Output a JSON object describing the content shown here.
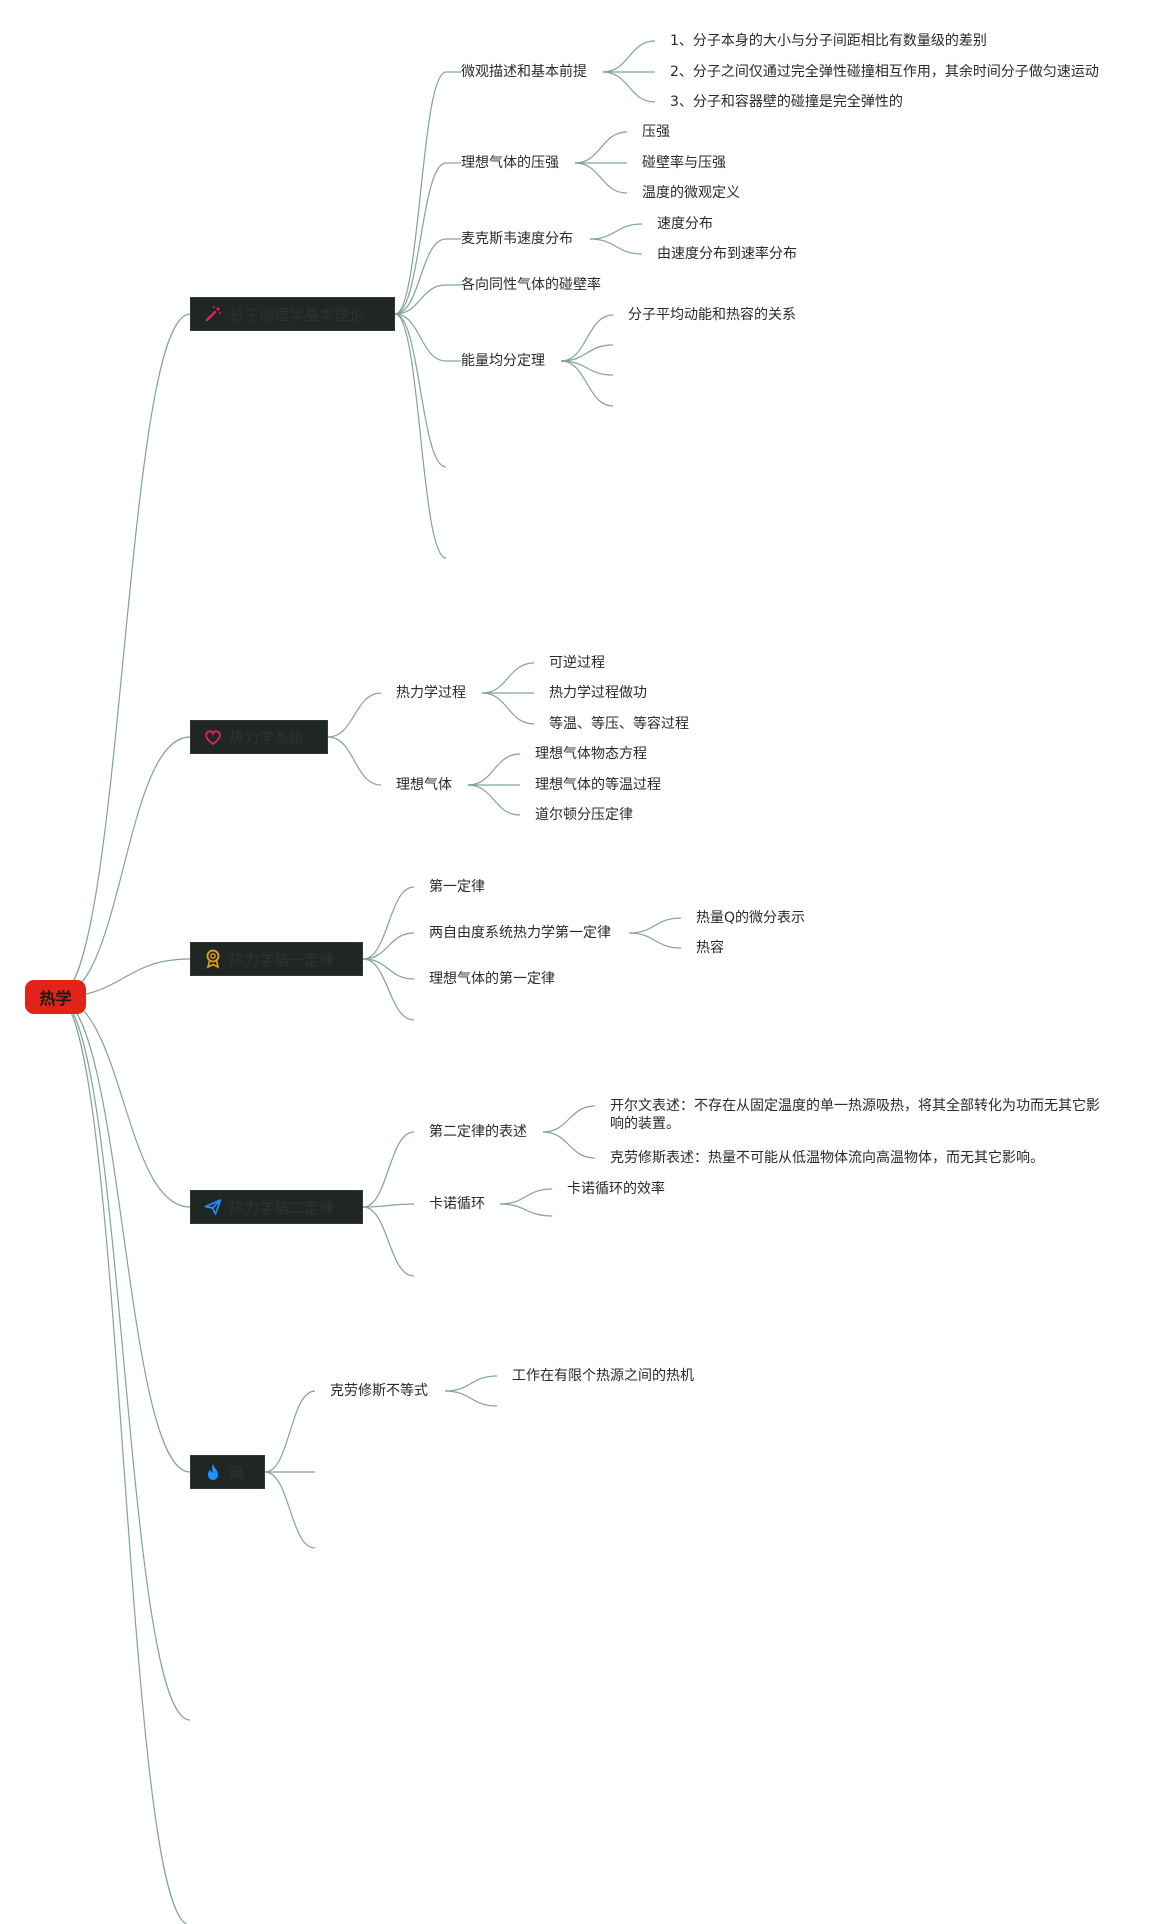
{
  "root": {
    "label": "热学",
    "color": "#e2231a"
  },
  "branches": [
    {
      "label": "分子动理学基本理论",
      "icon": "magic-wand-icon",
      "icon_color": "#e0245e",
      "children": [
        {
          "label": "微观描述和基本前提",
          "children": [
            "1、分子本身的大小与分子间距相比有数量级的差别",
            "2、分子之间仅通过完全弹性碰撞相互作用，其余时间分子做匀速运动",
            "3、分子和容器壁的碰撞是完全弹性的"
          ]
        },
        {
          "label": "理想气体的压强",
          "children": [
            "压强",
            "碰壁率与压强",
            "温度的微观定义"
          ]
        },
        {
          "label": "麦克斯韦速度分布",
          "children": [
            "速度分布",
            "由速度分布到速率分布"
          ]
        },
        {
          "label": "各向同性气体的碰壁率",
          "children": []
        },
        {
          "label": "能量均分定理",
          "children": [
            "分子平均动能和热容的关系",
            "",
            "",
            ""
          ]
        },
        {
          "label": "",
          "children": []
        },
        {
          "label": "",
          "children": []
        }
      ]
    },
    {
      "label": "热力学系统",
      "icon": "heart-icon",
      "icon_color": "#e0245e",
      "children": [
        {
          "label": "热力学过程",
          "children": [
            "可逆过程",
            "热力学过程做功",
            "等温、等压、等容过程"
          ]
        },
        {
          "label": "理想气体",
          "children": [
            "理想气体物态方程",
            "理想气体的等温过程",
            "道尔顿分压定律"
          ]
        }
      ]
    },
    {
      "label": "热力学第一定律",
      "icon": "award-icon",
      "icon_color": "#e8a317",
      "children": [
        {
          "label": "第一定律",
          "children": []
        },
        {
          "label": "两自由度系统热力学第一定律",
          "children": [
            "热量Q的微分表示",
            "热容"
          ]
        },
        {
          "label": "理想气体的第一定律",
          "children": []
        },
        {
          "label": "",
          "children": []
        }
      ]
    },
    {
      "label": "热力学第二定律",
      "icon": "paper-plane-icon",
      "icon_color": "#1e90ff",
      "children": [
        {
          "label": "第二定律的表述",
          "children": [
            "开尔文表述：不存在从固定温度的单一热源吸热，将其全部转化为功而无其它影响的装置。",
            "克劳修斯表述：热量不可能从低温物体流向高温物体，而无其它影响。"
          ]
        },
        {
          "label": "卡诺循环",
          "children": [
            "卡诺循环的效率",
            ""
          ]
        },
        {
          "label": "",
          "children": []
        }
      ]
    },
    {
      "label": "熵",
      "icon": "fire-icon",
      "icon_color": "#1e90ff",
      "children": [
        {
          "label": "克劳修斯不等式",
          "children": [
            "工作在有限个热源之间的热机",
            ""
          ]
        },
        {
          "label": "",
          "children": []
        },
        {
          "label": "",
          "children": []
        }
      ]
    },
    {
      "label": "",
      "icon": "",
      "children": []
    },
    {
      "label": "",
      "icon": "",
      "children": []
    }
  ],
  "colors": {
    "edge": "#7fa68f",
    "branch_fill": "#1f2623",
    "text": "#2a2a2a"
  }
}
